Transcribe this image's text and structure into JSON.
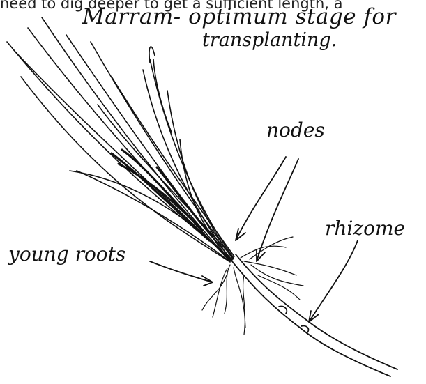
{
  "header": {
    "cut_text": "need to dig deeper to get a sufficient length, a",
    "title_line1": "Marram- optimum stage for",
    "title_line2": "transplanting."
  },
  "labels": {
    "nodes": "nodes",
    "rhizome": "rhizome",
    "young_roots": "young roots"
  },
  "colors": {
    "ink": "#111111",
    "background": "#ffffff"
  }
}
